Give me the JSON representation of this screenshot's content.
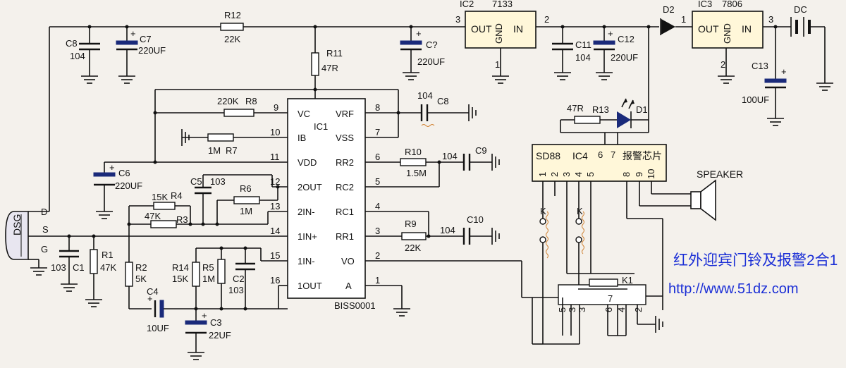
{
  "labels": {
    "C8a": "C8",
    "C8a_v": "104",
    "C7": "C7",
    "C7_v": "220UF",
    "R12": "R12",
    "R12_v": "22K",
    "R11": "R11",
    "R11_v": "47R",
    "Cq": "C?",
    "Cq_v": "220UF",
    "IC2": "IC2",
    "IC2_part": "7133",
    "IC2_out": "OUT",
    "IC2_gnd": "GND",
    "IC2_in": "IN",
    "IC2_p3": "3",
    "IC2_p2": "2",
    "IC2_p1": "1",
    "C11": "C11",
    "C11_v": "104",
    "C12": "C12",
    "C12_v": "220UF",
    "D2": "D2",
    "IC3": "IC3",
    "IC3_part": "7806",
    "IC3_out": "OUT",
    "IC3_gnd": "GND",
    "IC3_in": "IN",
    "IC3_p1": "1",
    "IC3_p2": "2",
    "IC3_p3": "3",
    "DC": "DC",
    "C13": "C13",
    "C13_v": "100UF",
    "R13_v": "47R",
    "R13": "R13",
    "D1": "D1",
    "R8_v": "220K",
    "R8": "R8",
    "C8b_v": "104",
    "C8b": "C8",
    "IC1": "IC1",
    "pin_VC": "VC",
    "pin_IB": "IB",
    "pin_VDD": "VDD",
    "pin_2OUT": "2OUT",
    "pin_2IN": "2IN-",
    "pin_1INp": "1IN+",
    "pin_1INm": "1IN-",
    "pin_1OUT": "1OUT",
    "pin_VRF": "VRF",
    "pin_VSS": "VSS",
    "pin_RR2": "RR2",
    "pin_RC2": "RC2",
    "pin_RC1": "RC1",
    "pin_RR1": "RR1",
    "pin_VO": "VO",
    "pin_A": "A",
    "n9": "9",
    "n10": "10",
    "n11": "11",
    "n12": "12",
    "n13": "13",
    "n14": "14",
    "n15": "15",
    "n16": "16",
    "n8": "8",
    "n7": "7",
    "n6": "6",
    "n5": "5",
    "n4": "4",
    "n3": "3",
    "n2": "2",
    "n1": "1",
    "R7_v": "1M",
    "R7": "R7",
    "C6": "C6",
    "C6_v": "220UF",
    "R10": "R10",
    "R10_v": "1.5M",
    "C9_v": "104",
    "C9": "C9",
    "C5": "C5",
    "C5_v": "103",
    "R6": "R6",
    "R6_v": "1M",
    "R4_v": "15K",
    "R4": "R4",
    "R3_v": "47K",
    "R3": "R3",
    "R9": "R9",
    "R9_v": "22K",
    "C10_v": "104",
    "C10": "C10",
    "D": "D",
    "S": "S",
    "G": "G",
    "DSG": "DSG",
    "C1_v": "103",
    "C1": "C1",
    "R1": "R1",
    "R1_v": "47K",
    "R2": "R2",
    "R2_v": "5K",
    "C4": "C4",
    "C4_v": "10UF",
    "R14": "R14",
    "R14_v": "15K",
    "R5": "R5",
    "R5_v": "1M",
    "C2": "C2",
    "C2_v": "103",
    "C3": "C3",
    "C3_v": "22UF",
    "BISS": "BISS0001",
    "SD88": "SD88",
    "IC4": "IC4",
    "alarm_chip": "报警芯片",
    "ic4_p1": "1",
    "ic4_p2": "2",
    "ic4_p3": "3",
    "ic4_p4": "4",
    "ic4_p5": "5",
    "ic4_p6": "6",
    "ic4_p7": "7",
    "ic4_p8": "8",
    "ic4_p9": "9",
    "ic4_p10": "10",
    "SPEAKER": "SPEAKER",
    "Ka": "K",
    "Kb": "K",
    "K1": "K1",
    "k1_5": "5",
    "k1_3a": "3",
    "k1_3b": "3",
    "k1_6": "6",
    "k1_4": "4",
    "k1_2": "2",
    "k1_7": "7"
  },
  "title": "红外迎宾门铃及报警2合1",
  "url": "http://www.51dz.com"
}
